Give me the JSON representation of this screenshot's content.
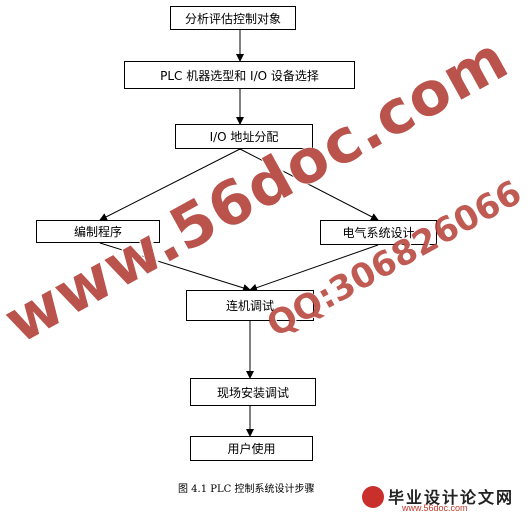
{
  "flowchart": {
    "steps": {
      "analyze": "分析评估控制对象",
      "plc_selection": "PLC 机器选型和 I/O 设备选择",
      "io_allocation": "I/O 地址分配",
      "programming": "编制程序",
      "electrical_design": "电气系统设计",
      "joint_debug": "连机调试",
      "onsite_debug": "现场安装调试",
      "user_use": "用户使用"
    },
    "caption": "图 4.1   PLC 控制系统设计步骤"
  },
  "watermarks": {
    "site": "www.56doc.com",
    "qq": "QQ:306826066"
  },
  "logo": {
    "title": "毕业设计论文网",
    "url": "www.56doc.com"
  }
}
